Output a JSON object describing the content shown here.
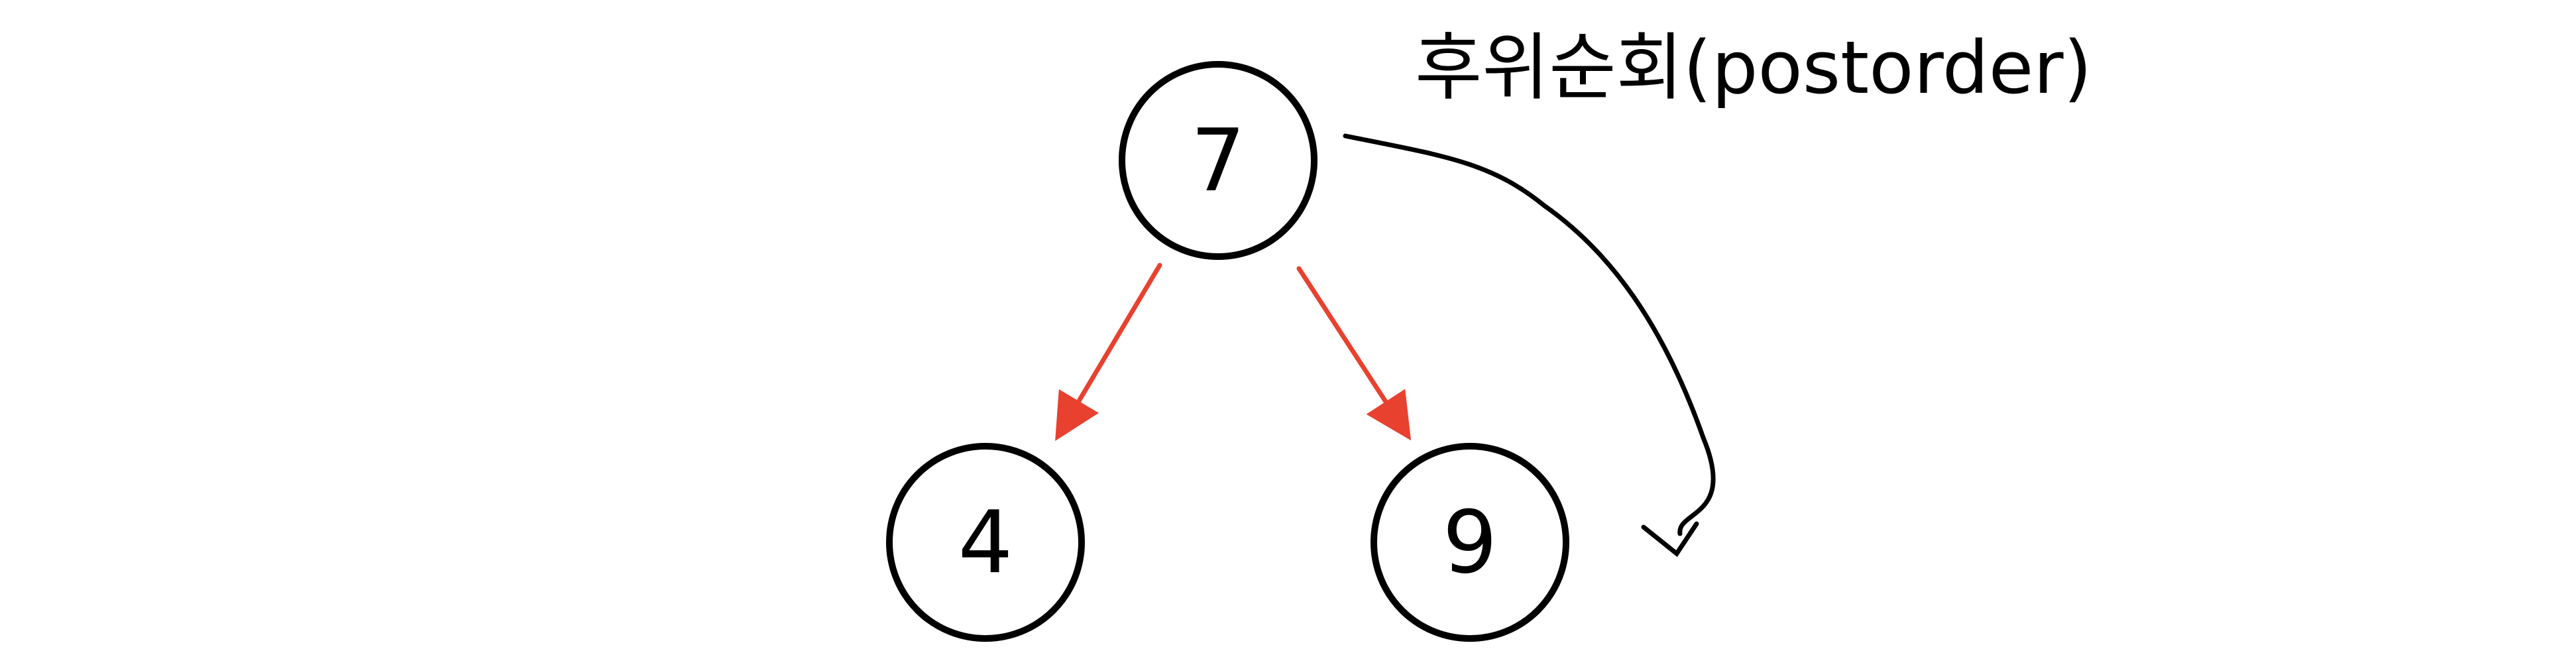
{
  "colors": {
    "node_stroke": "#000000",
    "edge": "#e8412f",
    "traversal_arrow": "#000000",
    "background": "#ffffff"
  },
  "tree": {
    "root": {
      "value": "7"
    },
    "left": {
      "value": "4"
    },
    "right": {
      "value": "9"
    }
  },
  "traversal": {
    "label": "후위순회(postorder)"
  }
}
